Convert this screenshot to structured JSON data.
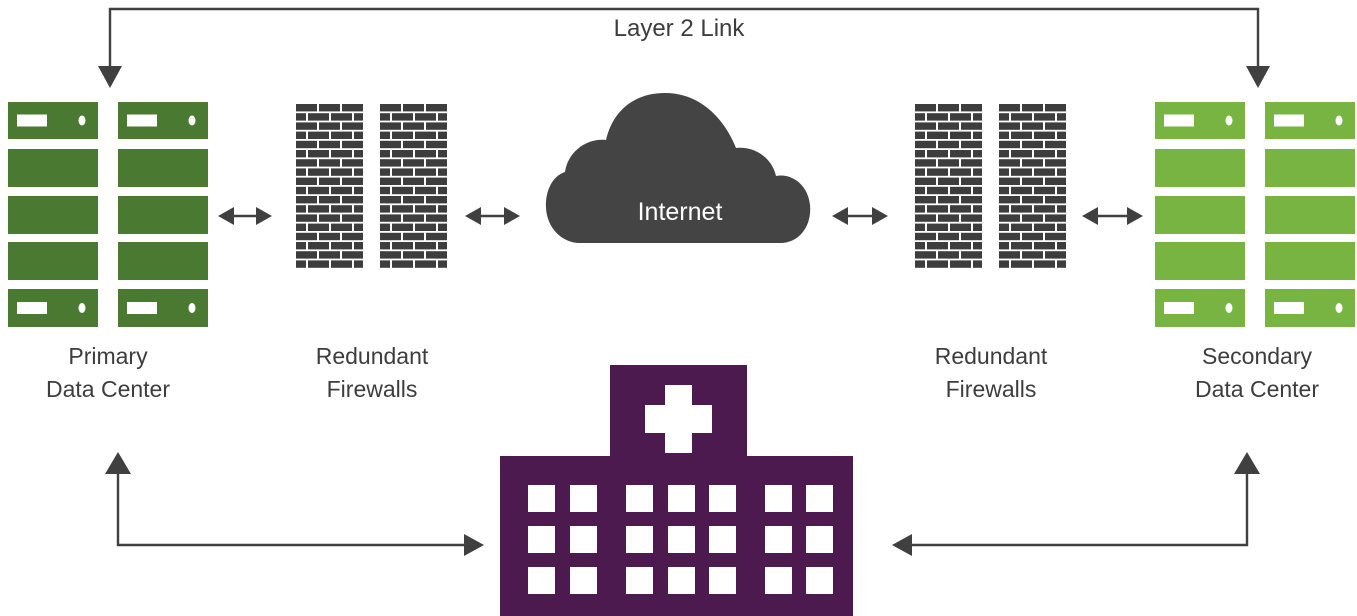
{
  "link_label": "Layer 2 Link",
  "internet_label": "Internet",
  "primary_dc": {
    "line1": "Primary",
    "line2": "Data Center"
  },
  "firewalls_left": {
    "line1": "Redundant",
    "line2": "Firewalls"
  },
  "firewalls_right": {
    "line1": "Redundant",
    "line2": "Firewalls"
  },
  "secondary_dc": {
    "line1": "Secondary",
    "line2": "Data Center"
  },
  "colors": {
    "primary_green": "#4a7a32",
    "secondary_green": "#77b441",
    "firewall": "#3d3d3d",
    "cloud": "#444444",
    "hospital": "#4d1a50",
    "arrow": "#404040",
    "text": "#3d3d3d"
  }
}
